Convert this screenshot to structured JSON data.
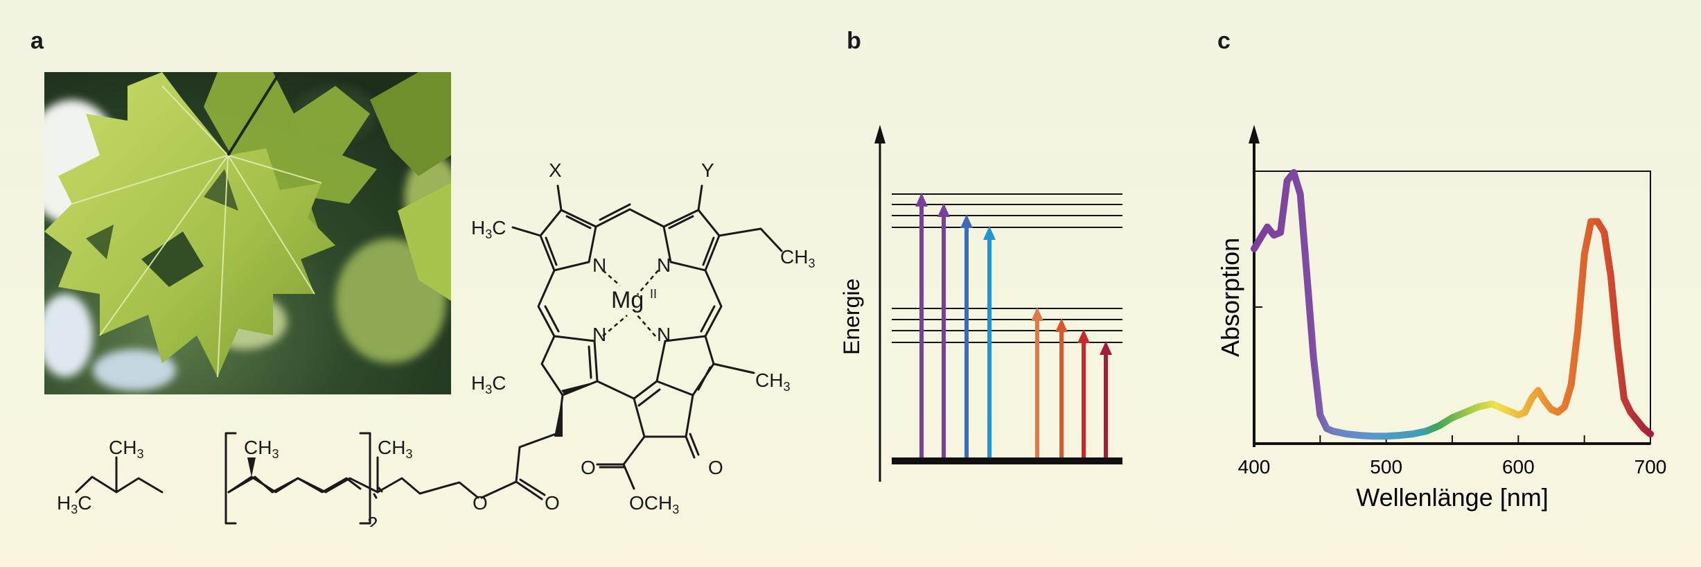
{
  "panels": {
    "a": "a",
    "b": "b",
    "c": "c"
  },
  "chemistry": {
    "metal": "Mg",
    "metal_oxidation": "II",
    "nitrogen": "N",
    "substituent_x": "X",
    "substituent_y": "Y",
    "h3c": "H",
    "ch3": "CH",
    "three": "3",
    "oxygen": "O",
    "och3": "OCH",
    "repeat_count": "2"
  },
  "energy_diagram": {
    "ylabel": "Energie",
    "arrow_colors_blue": [
      "#7a3f98",
      "#7a3f98",
      "#3a6db5",
      "#1f95d3"
    ],
    "arrow_colors_red": [
      "#e0794a",
      "#d9572f",
      "#c8282e",
      "#a31e3a"
    ]
  },
  "chart_data": {
    "type": "line",
    "title": "",
    "xlabel": "Wellenlänge [nm]",
    "ylabel": "Absorption",
    "xlim": [
      400,
      700
    ],
    "x_ticks": [
      400,
      500,
      600,
      700
    ],
    "series": [
      {
        "x": [
          400,
          405,
          410,
          415,
          420,
          425,
          430,
          435,
          440,
          445,
          450,
          455,
          460,
          470,
          480,
          490,
          500,
          510,
          520,
          530,
          540,
          550,
          560,
          570,
          580,
          590,
          600,
          605,
          610,
          615,
          620,
          625,
          630,
          635,
          640,
          645,
          650,
          655,
          660,
          665,
          670,
          675,
          680,
          685,
          690,
          695,
          700
        ],
        "y": [
          0.7,
          0.74,
          0.78,
          0.75,
          0.76,
          0.95,
          0.98,
          0.9,
          0.6,
          0.3,
          0.09,
          0.04,
          0.03,
          0.02,
          0.015,
          0.012,
          0.012,
          0.015,
          0.02,
          0.03,
          0.05,
          0.08,
          0.1,
          0.12,
          0.13,
          0.11,
          0.09,
          0.1,
          0.15,
          0.18,
          0.14,
          0.11,
          0.1,
          0.12,
          0.2,
          0.4,
          0.68,
          0.8,
          0.8,
          0.76,
          0.6,
          0.35,
          0.15,
          0.1,
          0.07,
          0.04,
          0.02
        ]
      }
    ]
  }
}
